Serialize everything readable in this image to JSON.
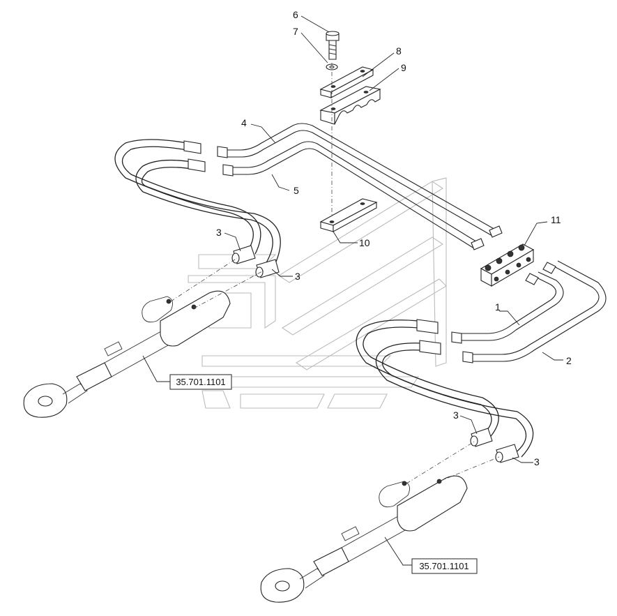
{
  "callouts": {
    "c1": "1",
    "c2": "2",
    "c3a": "3",
    "c3b": "3",
    "c3c": "3",
    "c3d": "3",
    "c4": "4",
    "c5": "5",
    "c6": "6",
    "c7": "7",
    "c8": "8",
    "c9": "9",
    "c10": "10",
    "c11": "11"
  },
  "references": {
    "ref_left": "35.701.1101",
    "ref_right": "35.701.1101"
  }
}
